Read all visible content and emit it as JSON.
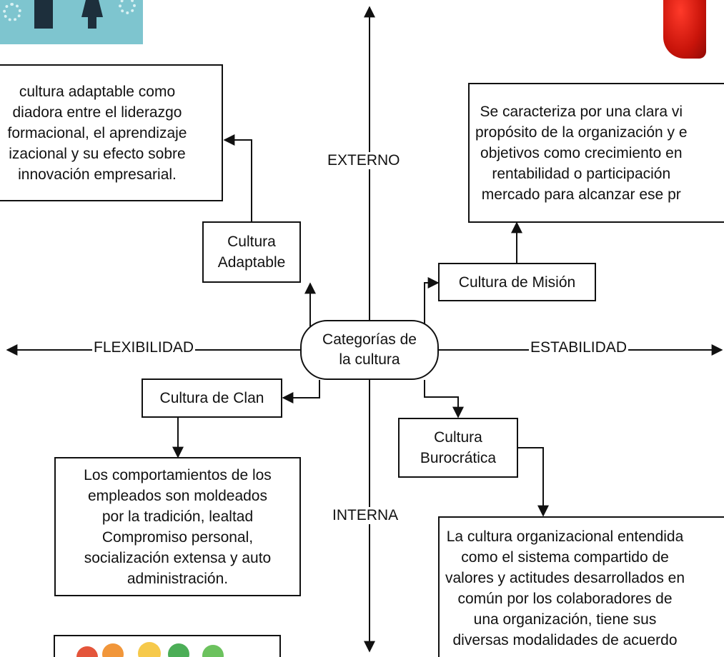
{
  "axes": {
    "top": "EXTERNO",
    "bottom": "INTERNA",
    "left": "FLEXIBILIDAD",
    "right": "ESTABILIDAD"
  },
  "center": {
    "label": "Categorías de\nla cultura"
  },
  "nodes": {
    "adaptable": {
      "label": "Cultura\nAdaptable"
    },
    "mision": {
      "label": "Cultura de Misión"
    },
    "clan": {
      "label": "Cultura de Clan"
    },
    "burocratica": {
      "label": "Cultura\nBurocrática"
    }
  },
  "descriptions": {
    "adaptable": "cultura adaptable como\ndiadora entre el liderazgo\nformacional, el aprendizaje\nizacional y su efecto sobre\ninnovación empresarial.",
    "mision": "Se caracteriza por una clara vi\npropósito de la organización y e\nobjetivos como crecimiento en\nrentabilidad o participación\nmercado para alcanzar ese pr",
    "clan": "Los comportamientos de los\nempleados son moldeados\npor la tradición, lealtad\nCompromiso personal,\nsocialización extensa y auto\nadministración.",
    "burocratica": "La cultura organizacional entendida\ncomo el sistema compartido de\nvalores y actitudes desarrollados en\ncomún por los colaboradores de\nuna organización, tiene sus\ndiversas modalidades de acuerdo"
  }
}
